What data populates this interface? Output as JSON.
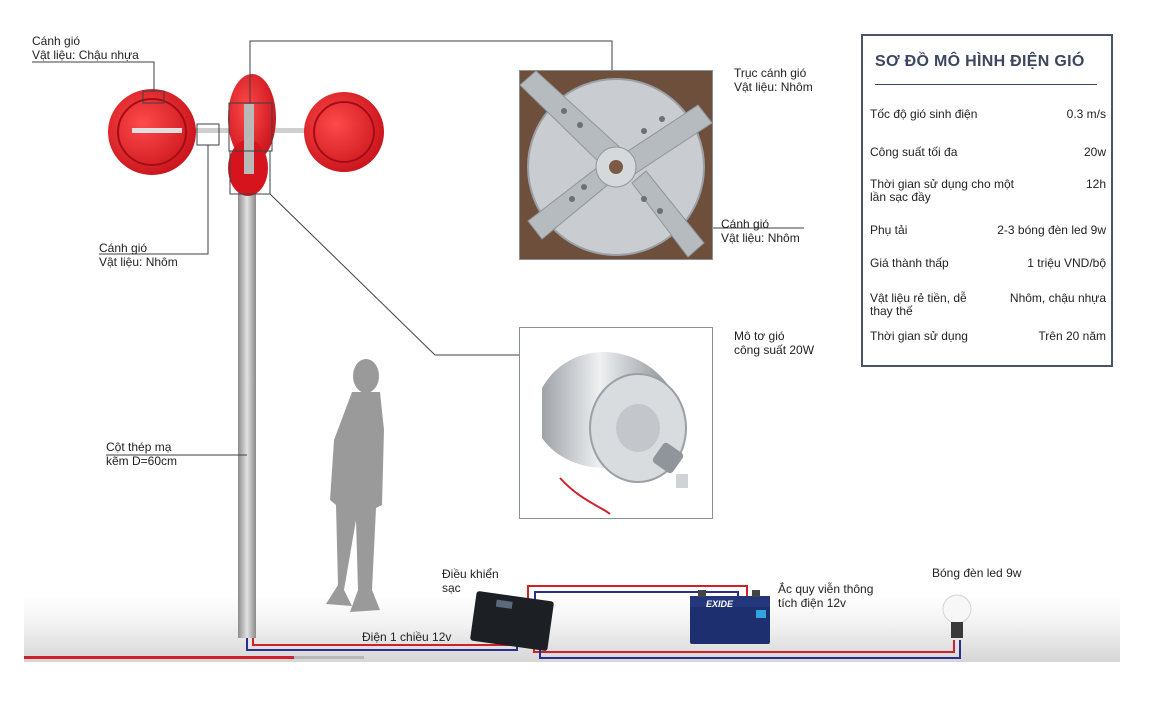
{
  "diagram": {
    "title": "SƠ ĐỒ MÔ HÌNH ĐIỆN GIÓ",
    "labels": {
      "blade_plastic": [
        "Cánh gió",
        "Vật liệu: Chậu nhựa"
      ],
      "blade_aluminum_left": [
        "Cánh gió",
        "Vật liệu: Nhôm"
      ],
      "blade_shaft": [
        "Trục cánh gió",
        "Vật liệu: Nhôm"
      ],
      "blade_aluminum_right": [
        "Cánh gió",
        "Vật liệu: Nhôm"
      ],
      "motor": [
        "Mô tơ gió",
        "công suất 20W"
      ],
      "pole": [
        "Cột thép mạ",
        "kẽm D=60cm"
      ],
      "controller": [
        "Điều khiển",
        "sạc"
      ],
      "battery": [
        "Ắc quy viễn thông",
        "tích điện 12v"
      ],
      "lamp": "Bóng đèn led 9w",
      "dc_power": "Điện 1 chiều 12v"
    },
    "battery_brand": "EXIDE",
    "colors": {
      "blade_red": "#e01822",
      "wire_red": "#d0202a",
      "wire_blue": "#2a2f8c",
      "panel_border": "#4a5468",
      "title_color": "#3b4660"
    }
  },
  "specs": [
    {
      "label": "Tốc độ gió sinh điện",
      "value": "0.3 m/s"
    },
    {
      "label": "Công suất tối đa",
      "value": "20w"
    },
    {
      "label": "Thời gian sử dụng cho một lần sạc đầy",
      "value": "12h"
    },
    {
      "label": "Phụ tải",
      "value": "2-3 bóng đèn led 9w"
    },
    {
      "label": "Giá thành thấp",
      "value": "1 triệu VND/bộ"
    },
    {
      "label": "Vật liệu rẻ tiền, dễ thay thế",
      "value": "Nhôm, chậu nhựa"
    },
    {
      "label": "Thời gian sử dụng",
      "value": "Trên 20 năm"
    }
  ]
}
